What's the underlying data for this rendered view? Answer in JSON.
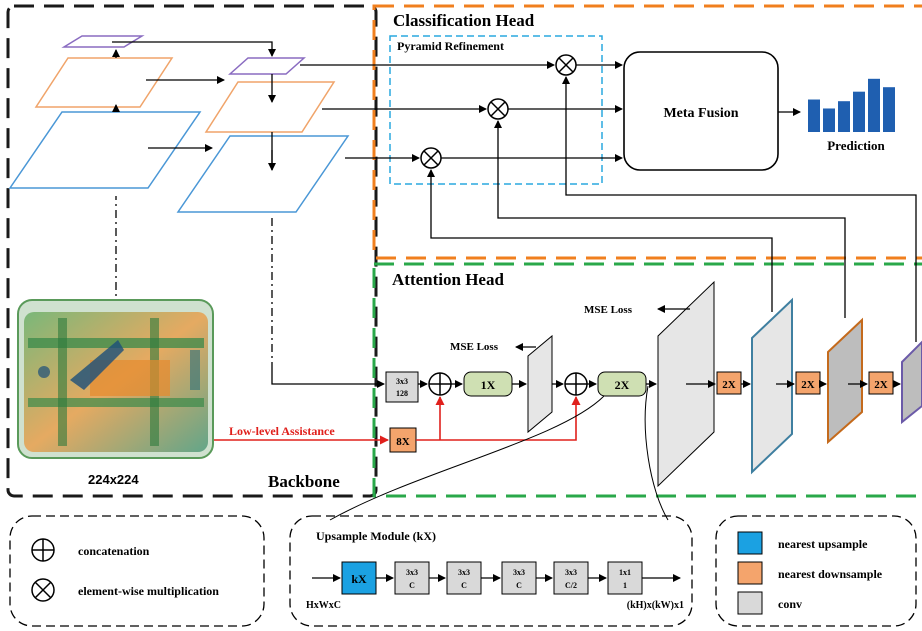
{
  "regions": {
    "classification_head": "Classification Head",
    "pyramid_refinement": "Pyramid Refinement",
    "attention_head": "Attention Head",
    "backbone": "Backbone"
  },
  "blocks": {
    "meta_fusion": "Meta Fusion",
    "prediction": "Prediction",
    "conv_3x3_line1": "3x3",
    "conv_3x3_line2": "128",
    "upsample_1x": "1X",
    "upsample_2x": "2X",
    "down_8x": "8X",
    "down_2x": "2X"
  },
  "labels": {
    "mse_loss": "MSE Loss",
    "low_level_assistance": "Low-level Assistance",
    "input_size": "224x224"
  },
  "legend": {
    "concatenation": "concatenation",
    "element_wise_multiplication": "element-wise multiplication",
    "nearest_upsample": "nearest upsample",
    "nearest_downsample": "nearest downsample",
    "conv": "conv"
  },
  "upsample_module": {
    "title": "Upsample Module (kX)",
    "input_shape": "HxWxC",
    "output_shape": "(kH)x(kW)x1",
    "kx": "kX",
    "convs": [
      {
        "k": "3x3",
        "c": "C"
      },
      {
        "k": "3x3",
        "c": "C"
      },
      {
        "k": "3x3",
        "c": "C"
      },
      {
        "k": "3x3",
        "c": "C/2"
      },
      {
        "k": "1x1",
        "c": "1"
      }
    ]
  },
  "prediction_bars": [
    0.58,
    0.42,
    0.55,
    0.72,
    0.95,
    0.8
  ],
  "colors": {
    "classification_border": "#f07f1e",
    "attention_border": "#2aa84a",
    "pyramid_border": "#2aa8df",
    "upsample_fill": "#cfe0b3",
    "downsample_fill": "#f4a46c",
    "conv_fill": "#d9d9d9",
    "nearest_upsample_fill": "#1ba1e2",
    "low_level_red": "#e0201c",
    "prediction_bar": "#1f5fb0"
  }
}
